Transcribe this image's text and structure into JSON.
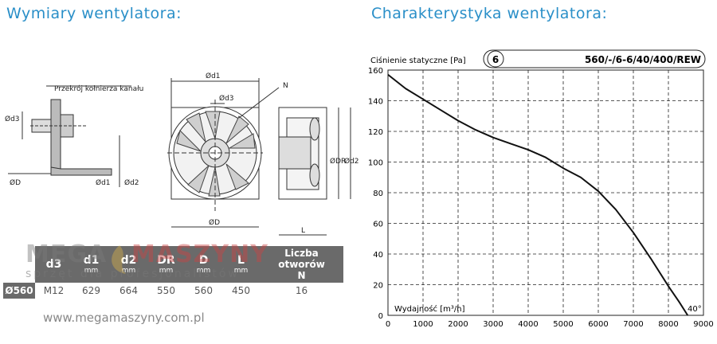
{
  "headings": {
    "left": "Wymiary wentylatora:",
    "right": "Charakterystyka wentylatora:"
  },
  "drawing": {
    "section_label": "Przekrój kołnierza kanału",
    "labels": {
      "d3": "Ød3",
      "D": "ØD",
      "d1": "Ød1",
      "d2": "Ød2",
      "N": "N",
      "DR": "ØDR",
      "L": "L"
    }
  },
  "table": {
    "headers": [
      {
        "label": "d3",
        "unit": ""
      },
      {
        "label": "d1",
        "unit": "mm"
      },
      {
        "label": "d2",
        "unit": "mm"
      },
      {
        "label": "DR",
        "unit": "mm"
      },
      {
        "label": "D",
        "unit": "mm"
      },
      {
        "label": "L",
        "unit": "mm"
      }
    ],
    "last_header_line1": "Liczba",
    "last_header_line2": "otworów",
    "last_header_line3": "N",
    "rows": [
      {
        "head": "Ø560",
        "cells": [
          "M12",
          "629",
          "664",
          "550",
          "560",
          "450",
          "16"
        ]
      }
    ]
  },
  "watermark": {
    "brand_part1": "MEGA",
    "brand_part2": "MASZYNY",
    "tagline": "sprzęt dla profesjonalistów",
    "url": "www.megamaszyny.com.pl"
  },
  "chart_data": {
    "type": "line",
    "title": "560/-/6-6/40/400/REW",
    "badge": "6",
    "ylabel": "Ciśnienie statyczne [Pa]",
    "xlabel": "Wydajność [m³/h]",
    "xlim": [
      0,
      9000
    ],
    "ylim": [
      0,
      160
    ],
    "x_ticks": [
      0,
      1000,
      2000,
      3000,
      4000,
      5000,
      6000,
      7000,
      8000,
      9000
    ],
    "y_ticks": [
      0,
      20,
      40,
      60,
      80,
      100,
      120,
      140,
      160
    ],
    "grid": true,
    "annotation": "40°",
    "series": [
      {
        "x": [
          0,
          500,
          1000,
          1500,
          2000,
          2500,
          3000,
          3500,
          4000,
          4500,
          5000,
          5500,
          6000,
          6500,
          7000,
          7500,
          8000,
          8300,
          8550
        ],
        "y": [
          157,
          148,
          141,
          134,
          127,
          121,
          116,
          112,
          108,
          103,
          96,
          90,
          81,
          69,
          54,
          37,
          19,
          9,
          0
        ]
      }
    ]
  }
}
